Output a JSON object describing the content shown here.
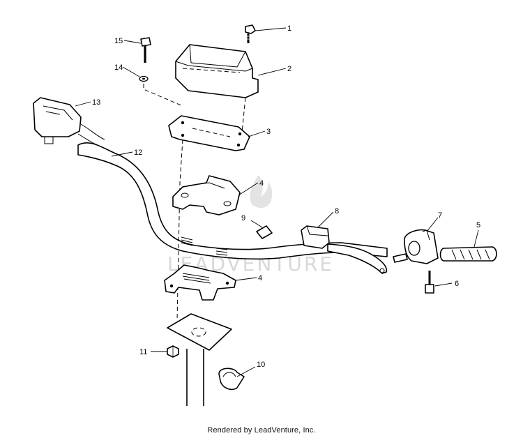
{
  "diagram": {
    "callouts": [
      {
        "id": "c1",
        "label": "1"
      },
      {
        "id": "c2",
        "label": "2"
      },
      {
        "id": "c3",
        "label": "3"
      },
      {
        "id": "c4a",
        "label": "4"
      },
      {
        "id": "c4b",
        "label": "4"
      },
      {
        "id": "c5",
        "label": "5"
      },
      {
        "id": "c6",
        "label": "6"
      },
      {
        "id": "c7",
        "label": "7"
      },
      {
        "id": "c8",
        "label": "8"
      },
      {
        "id": "c9",
        "label": "9"
      },
      {
        "id": "c10",
        "label": "10"
      },
      {
        "id": "c11",
        "label": "11"
      },
      {
        "id": "c12",
        "label": "12"
      },
      {
        "id": "c13",
        "label": "13"
      },
      {
        "id": "c14",
        "label": "14"
      },
      {
        "id": "c15",
        "label": "15"
      }
    ],
    "watermark": "LEADVENTURE"
  },
  "footer": {
    "text": "Rendered by LeadVenture, Inc."
  }
}
